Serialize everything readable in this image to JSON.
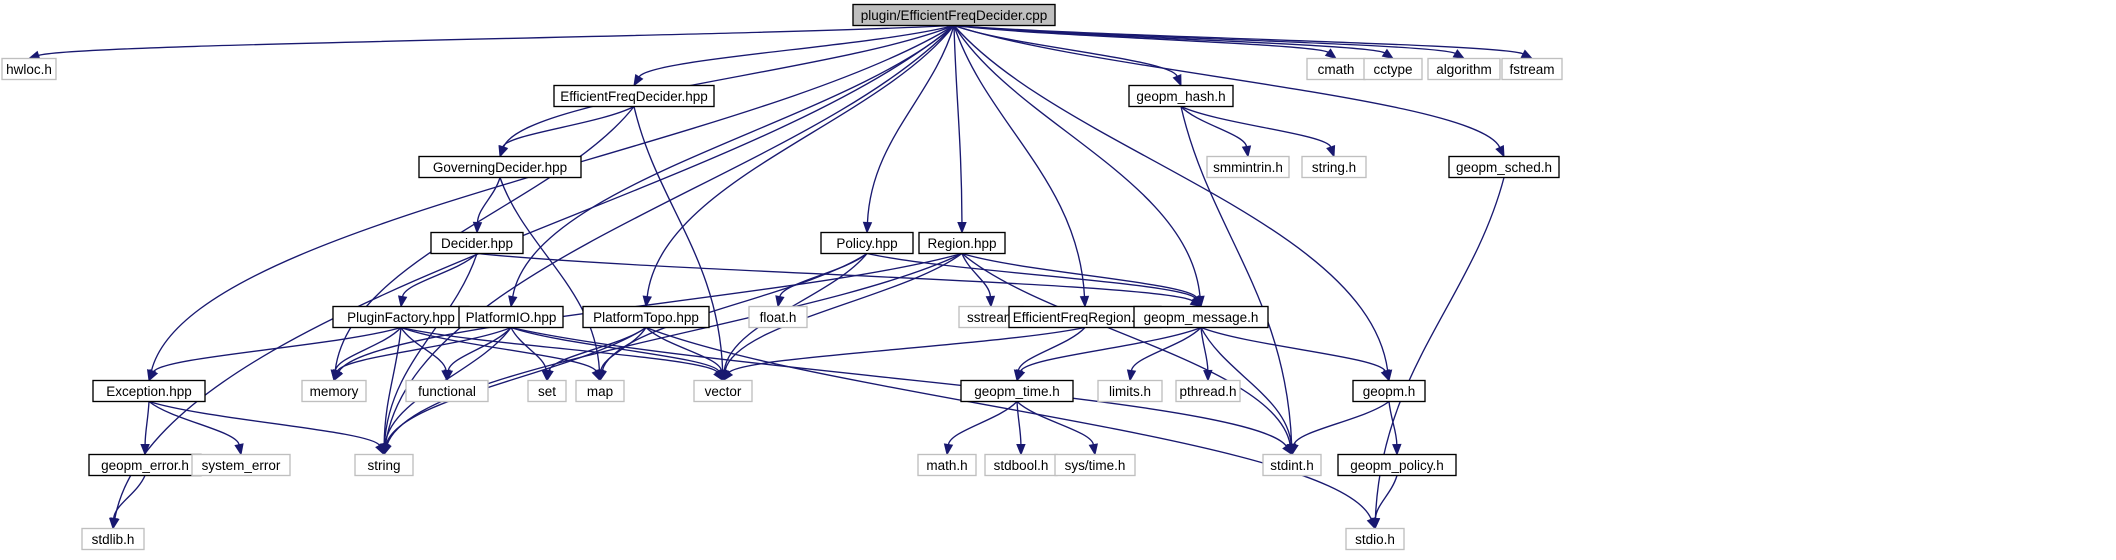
{
  "diagram": {
    "colors": {
      "edge": "#191970",
      "root_fill": "#bfbfbf",
      "project_border": "#000000",
      "system_border": "#bfbfbf"
    },
    "nodes": [
      {
        "id": "root",
        "label": "plugin/EfficientFreqDecider.cpp",
        "kind": "root"
      },
      {
        "id": "hwloc",
        "label": "hwloc.h",
        "kind": "system"
      },
      {
        "id": "efd_hpp",
        "label": "EfficientFreqDecider.hpp",
        "kind": "project"
      },
      {
        "id": "geopm_hash",
        "label": "geopm_hash.h",
        "kind": "project"
      },
      {
        "id": "cmath",
        "label": "cmath",
        "kind": "system"
      },
      {
        "id": "cctype",
        "label": "cctype",
        "kind": "system"
      },
      {
        "id": "algorithm",
        "label": "algorithm",
        "kind": "system"
      },
      {
        "id": "fstream",
        "label": "fstream",
        "kind": "system"
      },
      {
        "id": "gov",
        "label": "GoverningDecider.hpp",
        "kind": "project"
      },
      {
        "id": "smmintrin",
        "label": "smmintrin.h",
        "kind": "system"
      },
      {
        "id": "string_h",
        "label": "string.h",
        "kind": "system"
      },
      {
        "id": "geopm_sched",
        "label": "geopm_sched.h",
        "kind": "project"
      },
      {
        "id": "decider",
        "label": "Decider.hpp",
        "kind": "project"
      },
      {
        "id": "policy",
        "label": "Policy.hpp",
        "kind": "project"
      },
      {
        "id": "region",
        "label": "Region.hpp",
        "kind": "project"
      },
      {
        "id": "pluginfactory",
        "label": "PluginFactory.hpp",
        "kind": "project"
      },
      {
        "id": "platformio",
        "label": "PlatformIO.hpp",
        "kind": "project"
      },
      {
        "id": "platformtopo",
        "label": "PlatformTopo.hpp",
        "kind": "project"
      },
      {
        "id": "float_h",
        "label": "float.h",
        "kind": "system"
      },
      {
        "id": "sstream",
        "label": "sstream",
        "kind": "system"
      },
      {
        "id": "efr",
        "label": "EfficientFreqRegion.hpp",
        "kind": "project"
      },
      {
        "id": "geopm_message",
        "label": "geopm_message.h",
        "kind": "project"
      },
      {
        "id": "exception",
        "label": "Exception.hpp",
        "kind": "project"
      },
      {
        "id": "memory",
        "label": "memory",
        "kind": "system"
      },
      {
        "id": "functional",
        "label": "functional",
        "kind": "system"
      },
      {
        "id": "set",
        "label": "set",
        "kind": "system"
      },
      {
        "id": "map",
        "label": "map",
        "kind": "system"
      },
      {
        "id": "vector",
        "label": "vector",
        "kind": "system"
      },
      {
        "id": "geopm_time",
        "label": "geopm_time.h",
        "kind": "project"
      },
      {
        "id": "limits_h",
        "label": "limits.h",
        "kind": "system"
      },
      {
        "id": "pthread_h",
        "label": "pthread.h",
        "kind": "system"
      },
      {
        "id": "geopm_h",
        "label": "geopm.h",
        "kind": "project"
      },
      {
        "id": "geopm_error",
        "label": "geopm_error.h",
        "kind": "project"
      },
      {
        "id": "system_error",
        "label": "system_error",
        "kind": "system"
      },
      {
        "id": "string",
        "label": "string",
        "kind": "system"
      },
      {
        "id": "math_h",
        "label": "math.h",
        "kind": "system"
      },
      {
        "id": "stdbool_h",
        "label": "stdbool.h",
        "kind": "system"
      },
      {
        "id": "systime_h",
        "label": "sys/time.h",
        "kind": "system"
      },
      {
        "id": "stdint_h",
        "label": "stdint.h",
        "kind": "system"
      },
      {
        "id": "geopm_policy",
        "label": "geopm_policy.h",
        "kind": "project"
      },
      {
        "id": "stdlib_h",
        "label": "stdlib.h",
        "kind": "system"
      },
      {
        "id": "stdio_h",
        "label": "stdio.h",
        "kind": "system"
      }
    ],
    "edges": [
      [
        "root",
        "hwloc"
      ],
      [
        "root",
        "efd_hpp"
      ],
      [
        "root",
        "geopm_hash"
      ],
      [
        "root",
        "cmath"
      ],
      [
        "root",
        "cctype"
      ],
      [
        "root",
        "algorithm"
      ],
      [
        "root",
        "fstream"
      ],
      [
        "root",
        "gov"
      ],
      [
        "root",
        "geopm_sched"
      ],
      [
        "root",
        "policy"
      ],
      [
        "root",
        "region"
      ],
      [
        "root",
        "platformio"
      ],
      [
        "root",
        "platformtopo"
      ],
      [
        "root",
        "efr"
      ],
      [
        "root",
        "geopm_message"
      ],
      [
        "root",
        "exception"
      ],
      [
        "root",
        "string"
      ],
      [
        "root",
        "stdlib_h"
      ],
      [
        "root",
        "geopm_h"
      ],
      [
        "efd_hpp",
        "gov"
      ],
      [
        "efd_hpp",
        "memory"
      ],
      [
        "efd_hpp",
        "vector"
      ],
      [
        "geopm_hash",
        "smmintrin"
      ],
      [
        "geopm_hash",
        "string_h"
      ],
      [
        "geopm_hash",
        "stdint_h"
      ],
      [
        "gov",
        "decider"
      ],
      [
        "gov",
        "map"
      ],
      [
        "geopm_sched",
        "stdio_h"
      ],
      [
        "decider",
        "pluginfactory"
      ],
      [
        "decider",
        "string"
      ],
      [
        "decider",
        "geopm_message"
      ],
      [
        "policy",
        "float_h"
      ],
      [
        "policy",
        "map"
      ],
      [
        "policy",
        "vector"
      ],
      [
        "policy",
        "geopm_message"
      ],
      [
        "region",
        "memory"
      ],
      [
        "region",
        "vector"
      ],
      [
        "region",
        "string"
      ],
      [
        "region",
        "sstream"
      ],
      [
        "region",
        "geopm_message"
      ],
      [
        "region",
        "stdint_h"
      ],
      [
        "pluginfactory",
        "exception"
      ],
      [
        "pluginfactory",
        "memory"
      ],
      [
        "pluginfactory",
        "functional"
      ],
      [
        "pluginfactory",
        "map"
      ],
      [
        "pluginfactory",
        "vector"
      ],
      [
        "pluginfactory",
        "string"
      ],
      [
        "platformio",
        "memory"
      ],
      [
        "platformio",
        "functional"
      ],
      [
        "platformio",
        "set"
      ],
      [
        "platformio",
        "vector"
      ],
      [
        "platformio",
        "string"
      ],
      [
        "platformio",
        "stdint_h"
      ],
      [
        "platformtopo",
        "set"
      ],
      [
        "platformtopo",
        "map"
      ],
      [
        "platformtopo",
        "vector"
      ],
      [
        "platformtopo",
        "string"
      ],
      [
        "platformtopo",
        "stdio_h"
      ],
      [
        "efr",
        "geopm_time"
      ],
      [
        "efr",
        "vector"
      ],
      [
        "geopm_message",
        "geopm_time"
      ],
      [
        "geopm_message",
        "limits_h"
      ],
      [
        "geopm_message",
        "pthread_h"
      ],
      [
        "geopm_message",
        "stdint_h"
      ],
      [
        "geopm_message",
        "geopm_h"
      ],
      [
        "exception",
        "geopm_error"
      ],
      [
        "exception",
        "system_error"
      ],
      [
        "exception",
        "string"
      ],
      [
        "geopm_time",
        "math_h"
      ],
      [
        "geopm_time",
        "stdbool_h"
      ],
      [
        "geopm_time",
        "systime_h"
      ],
      [
        "geopm_h",
        "stdint_h"
      ],
      [
        "geopm_h",
        "geopm_policy"
      ],
      [
        "geopm_error",
        "stdlib_h"
      ],
      [
        "geopm_policy",
        "stdio_h"
      ]
    ]
  }
}
